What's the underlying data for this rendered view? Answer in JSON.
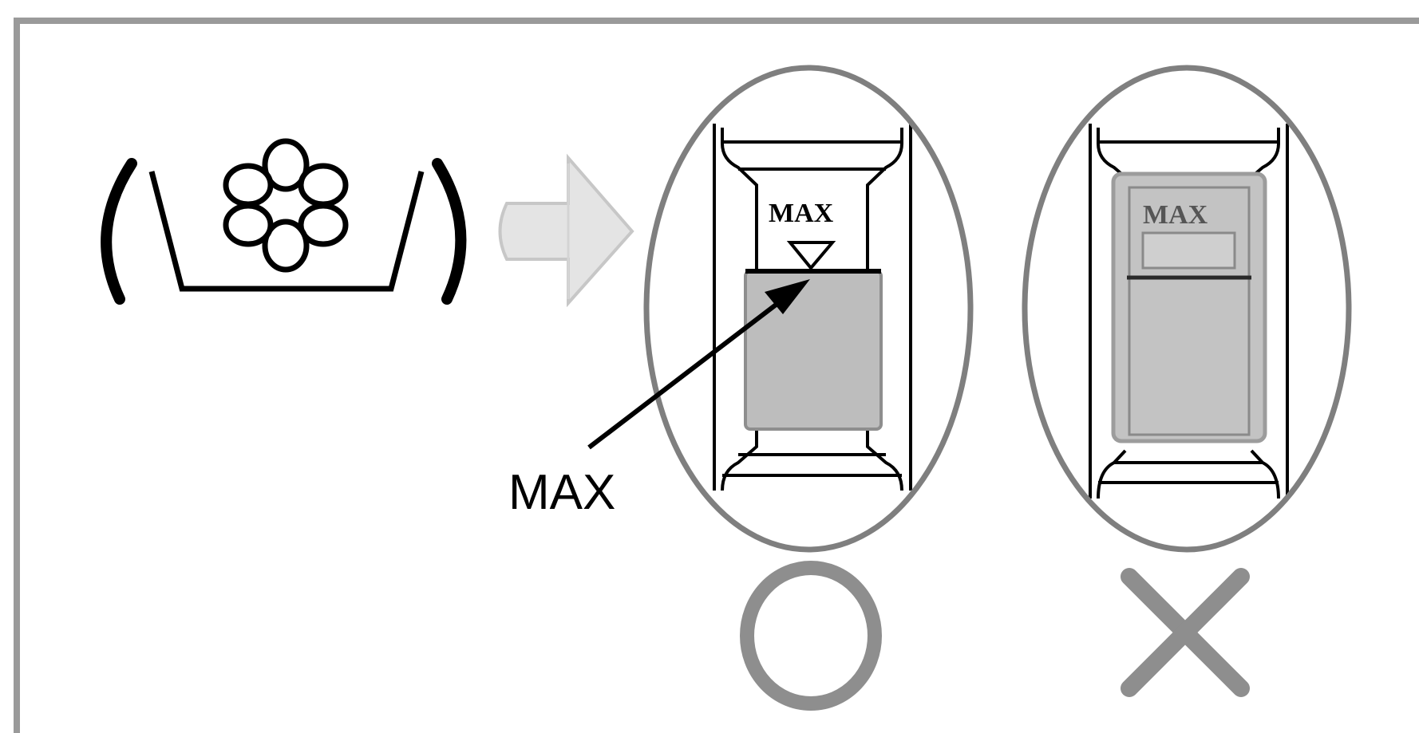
{
  "callout": {
    "label": "MAX"
  },
  "correct_example": {
    "level_mark": "MAX",
    "verdict_symbol": "O",
    "verdict_icon": "circle-icon"
  },
  "incorrect_example": {
    "level_mark": "MAX",
    "verdict_symbol": "X",
    "verdict_icon": "cross-icon"
  },
  "softener_symbol": {
    "icon": "fabric-softener-flower-icon"
  },
  "arrow": {
    "icon": "arrow-right-icon"
  },
  "colors": {
    "frame": "#9a9a9a",
    "outline_ring": "#7f7f7f",
    "liquid": "#bdbdbd",
    "verdict": "#8e8e8e"
  }
}
